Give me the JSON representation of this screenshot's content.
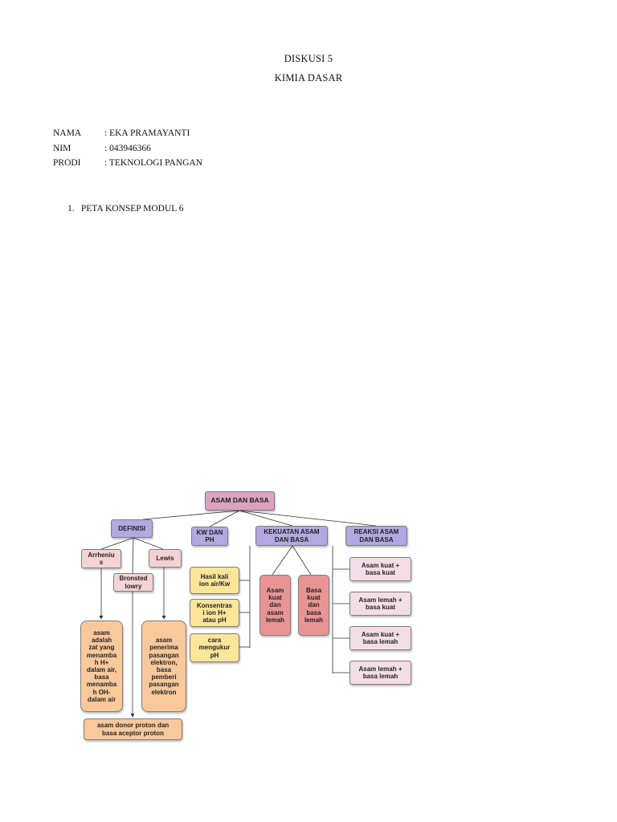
{
  "header": {
    "title_line1": "DISKUSI 5",
    "title_line2": "KIMIA DASAR"
  },
  "info": [
    {
      "label": "NAMA",
      "value": ": EKA PRAMAYANTI"
    },
    {
      "label": "NIM",
      "value": ": 043946366"
    },
    {
      "label": "PRODI",
      "value": ": TEKNOLOGI PANGAN"
    }
  ],
  "list": {
    "number": "1.",
    "text": "PETA KONSEP MODUL 6"
  },
  "concept_map": {
    "root": "ASAM DAN BASA",
    "definisi": "DEFINISI",
    "kw_dan_ph": "KW DAN\nPH",
    "kekuatan": "KEKUATAN ASAM\nDAN BASA",
    "reaksi": "REAKSI ASAM\nDAN BASA",
    "arrhenius": "Arrheniu\ns",
    "bronsted": "Bronsted\nlowry",
    "lewis": "Lewis",
    "arrhenius_def": "asam\nadalah\nzat yang\nmenamba\nh H+\ndalam air,\nbasa\nmenamba\nh OH-\ndalam air",
    "lewis_def": "asam\npenerima\npasangan\nelektron,\nbasa\npemberi\npasangan\nelektron",
    "bronsted_def": "asam donor proton dan\nbasa aceptor proton",
    "kw1": "Hasil kali\nion air/Kw",
    "kw2": "Konsentras\ni ion H+\natau pH",
    "kw3": "cara\nmengukur\npH",
    "asam_kuat": "Asam\nkuat\ndan\nasam\nlemah",
    "basa_kuat": "Basa\nkuat\ndan\nbasa\nlemah",
    "reaksi1": "Asam kuat +\nbasa kuat",
    "reaksi2": "Asam lemah +\nbasa kuat",
    "reaksi3": "Asam kuat +\nbasa lemah",
    "reaksi4": "Asam lemah +\nbasa lemah"
  }
}
